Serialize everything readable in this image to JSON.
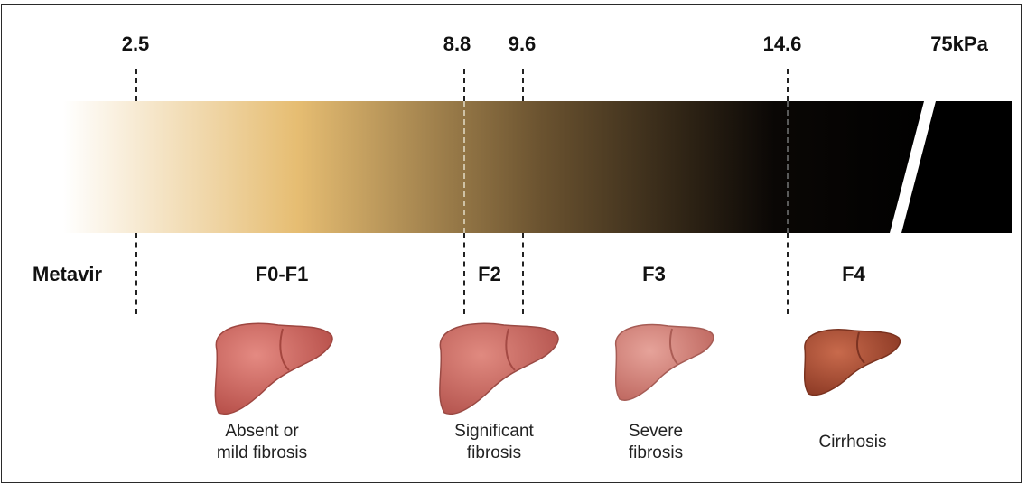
{
  "scale": {
    "unit_label": "75kPa",
    "ticks": [
      "2.5",
      "8.8",
      "9.6",
      "14.6"
    ]
  },
  "metavir": {
    "label": "Metavir",
    "stages": [
      "F0-F1",
      "F2",
      "F3",
      "F4"
    ]
  },
  "captions": {
    "f0f1": [
      "Absent or",
      "mild fibrosis"
    ],
    "f2": [
      "Significant",
      "fibrosis"
    ],
    "f3": [
      "Severe",
      "fibrosis"
    ],
    "f4": [
      "Cirrhosis"
    ]
  },
  "colors": {
    "gradient_start": "#ffffff",
    "gradient_light": "#e6bd72",
    "gradient_dark": "#000000",
    "liver_healthy": "#cf6a63",
    "liver_severe": "#d2837a",
    "liver_cirrhosis": "#b3543a"
  },
  "icons": [
    "liver-healthy-icon",
    "liver-significant-icon",
    "liver-severe-icon",
    "liver-cirrhosis-icon"
  ]
}
